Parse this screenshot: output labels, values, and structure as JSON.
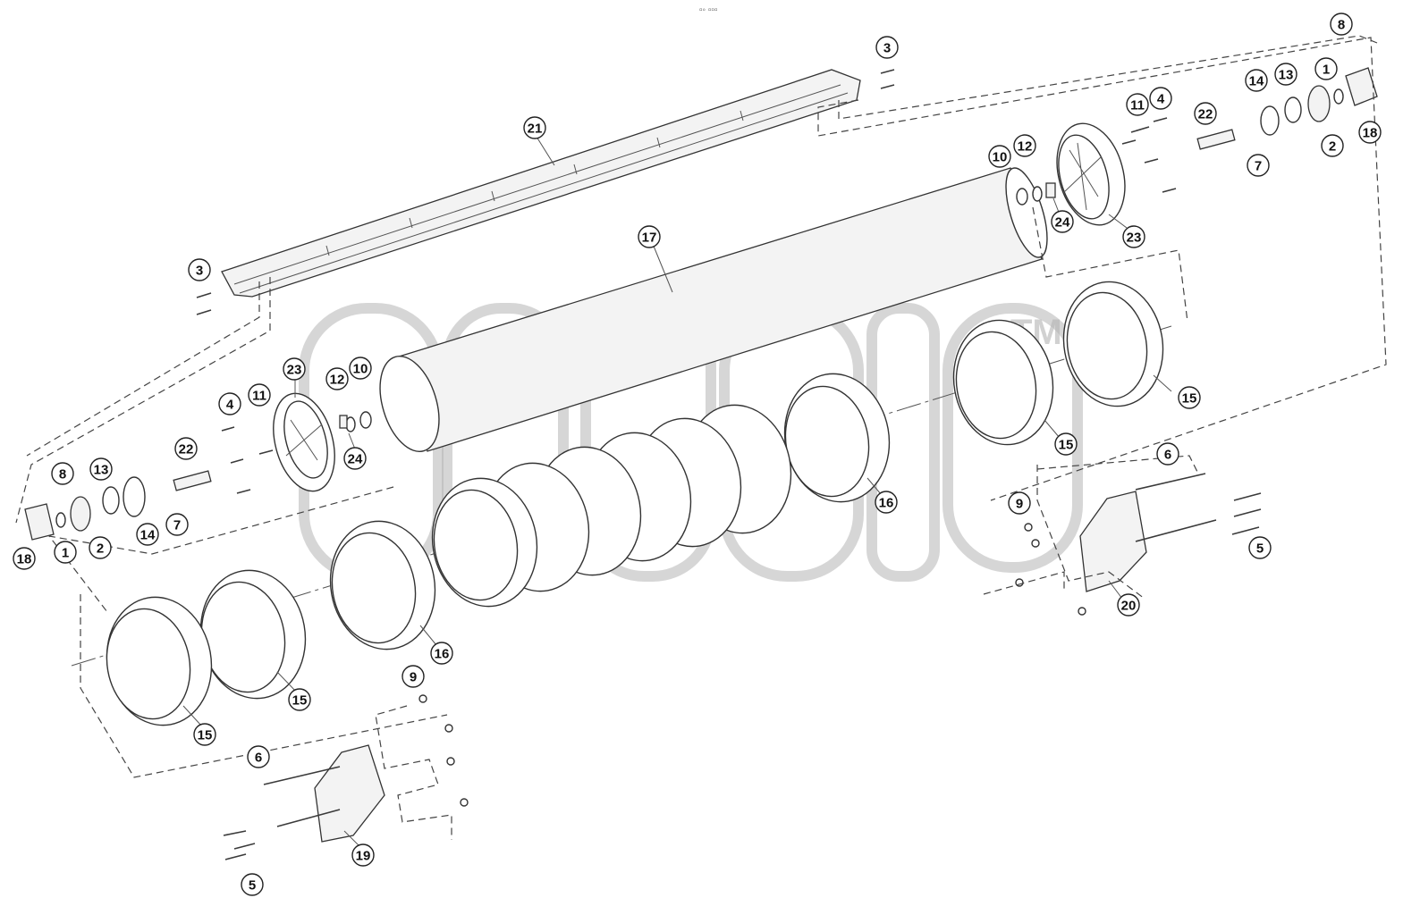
{
  "header_mark": "▫◦ ▫▫▫",
  "watermark": {
    "trademark": "TM"
  },
  "callouts": [
    {
      "id": "c-3-top",
      "label": "3"
    },
    {
      "id": "c-8-right",
      "label": "8"
    },
    {
      "id": "c-21",
      "label": "21"
    },
    {
      "id": "c-14-right",
      "label": "14"
    },
    {
      "id": "c-13-right",
      "label": "13"
    },
    {
      "id": "c-1-right",
      "label": "1"
    },
    {
      "id": "c-11-right",
      "label": "11"
    },
    {
      "id": "c-4-right",
      "label": "4"
    },
    {
      "id": "c-22-right",
      "label": "22"
    },
    {
      "id": "c-18-right",
      "label": "18"
    },
    {
      "id": "c-2-right",
      "label": "2"
    },
    {
      "id": "c-10-right",
      "label": "10"
    },
    {
      "id": "c-12-right",
      "label": "12"
    },
    {
      "id": "c-7-right",
      "label": "7"
    },
    {
      "id": "c-24-right",
      "label": "24"
    },
    {
      "id": "c-23-right",
      "label": "23"
    },
    {
      "id": "c-17",
      "label": "17"
    },
    {
      "id": "c-3-left",
      "label": "3"
    },
    {
      "id": "c-23-left",
      "label": "23"
    },
    {
      "id": "c-12-left",
      "label": "12"
    },
    {
      "id": "c-10-left",
      "label": "10"
    },
    {
      "id": "c-4-left",
      "label": "4"
    },
    {
      "id": "c-11-left",
      "label": "11"
    },
    {
      "id": "c-15-right-b",
      "label": "15"
    },
    {
      "id": "c-15-right-a",
      "label": "15"
    },
    {
      "id": "c-24-left",
      "label": "24"
    },
    {
      "id": "c-22-left",
      "label": "22"
    },
    {
      "id": "c-8-left",
      "label": "8"
    },
    {
      "id": "c-13-left",
      "label": "13"
    },
    {
      "id": "c-16-right",
      "label": "16"
    },
    {
      "id": "c-6-right",
      "label": "6"
    },
    {
      "id": "c-9-right",
      "label": "9"
    },
    {
      "id": "c-7-left",
      "label": "7"
    },
    {
      "id": "c-14-left",
      "label": "14"
    },
    {
      "id": "c-18-left",
      "label": "18"
    },
    {
      "id": "c-1-left",
      "label": "1"
    },
    {
      "id": "c-2-left",
      "label": "2"
    },
    {
      "id": "c-5-right",
      "label": "5"
    },
    {
      "id": "c-20",
      "label": "20"
    },
    {
      "id": "c-16-left",
      "label": "16"
    },
    {
      "id": "c-9-left",
      "label": "9"
    },
    {
      "id": "c-15-left-b",
      "label": "15"
    },
    {
      "id": "c-15-left-a",
      "label": "15"
    },
    {
      "id": "c-6-left",
      "label": "6"
    },
    {
      "id": "c-19",
      "label": "19"
    },
    {
      "id": "c-5-left",
      "label": "5"
    }
  ]
}
